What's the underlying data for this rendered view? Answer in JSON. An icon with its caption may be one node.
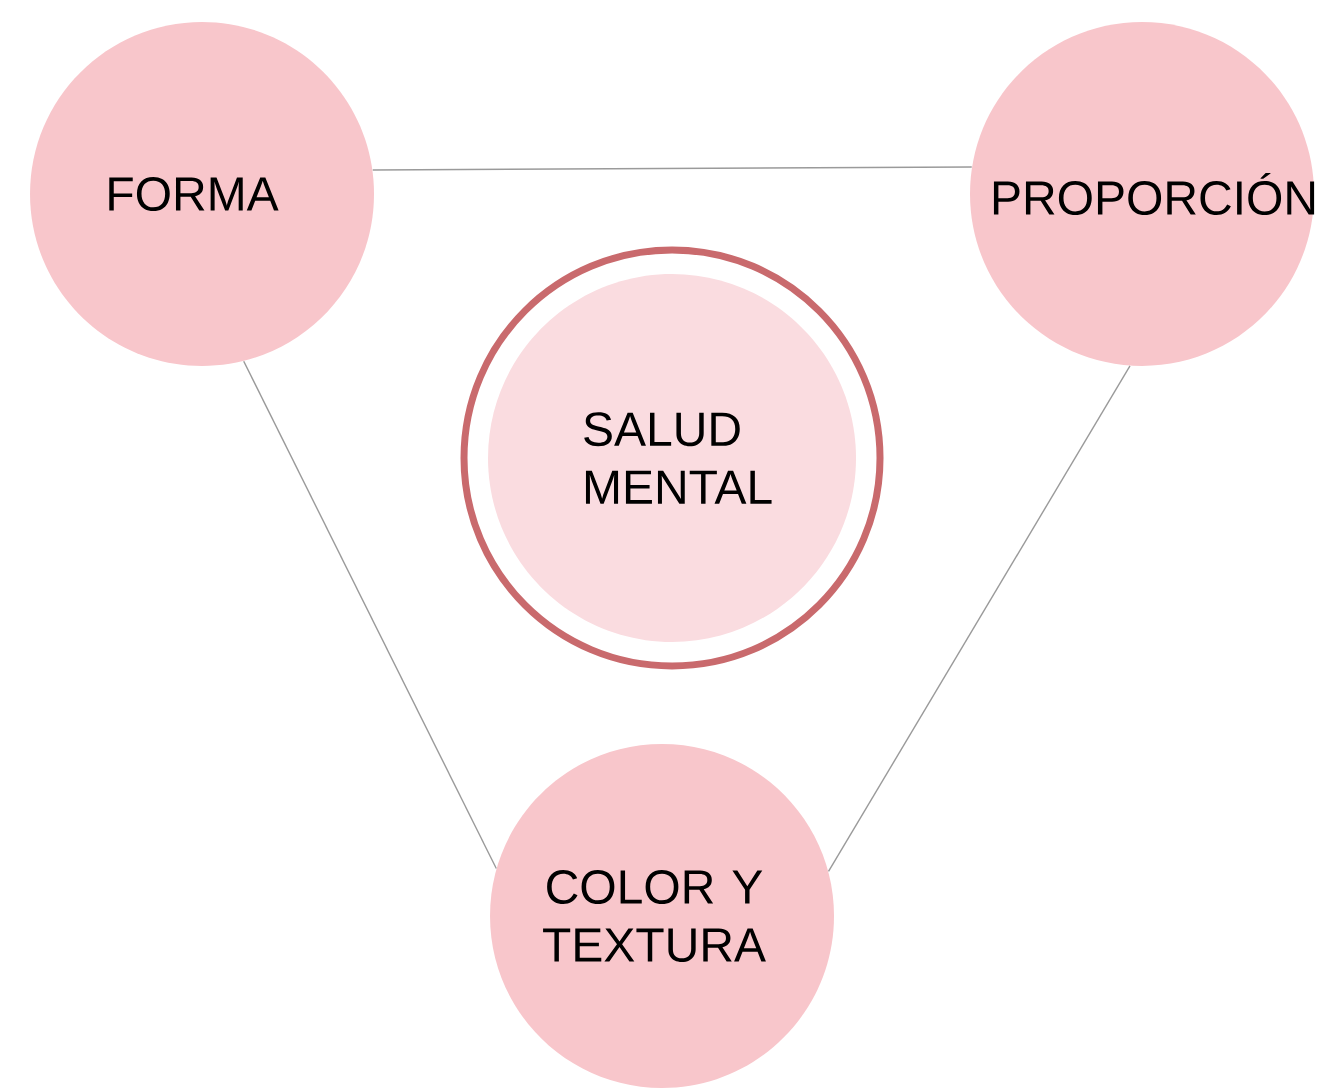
{
  "diagram": {
    "nodes": [
      {
        "text": [
          "FORMA"
        ]
      },
      {
        "text": [
          "PROPORCIÓN"
        ]
      },
      {
        "text": [
          "SALUD MENTAL"
        ]
      },
      {
        "text": [
          "COLOR Y TEXTURA"
        ]
      }
    ],
    "edges": [
      {
        "from": 0,
        "to": 1,
        "arrow": "none"
      },
      {
        "from": 0,
        "to": 3,
        "arrow": "none"
      },
      {
        "from": 1,
        "to": 3,
        "arrow": "none"
      }
    ]
  }
}
